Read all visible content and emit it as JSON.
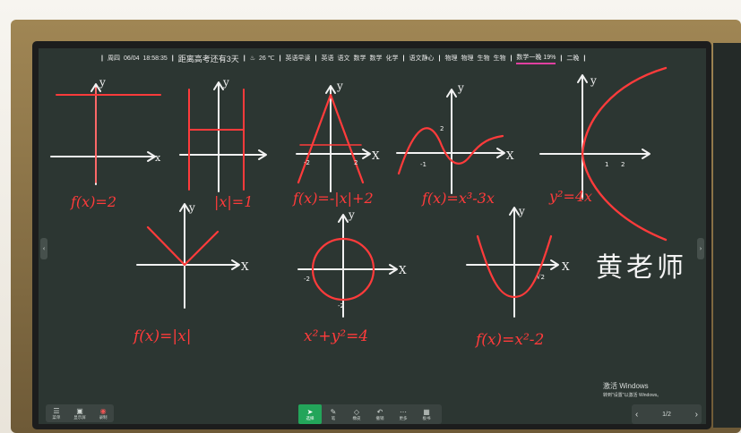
{
  "statusbar": {
    "weekday": "周四",
    "date": "06/04",
    "time": "18:58:35",
    "countdown": "距离高考还有3天",
    "weather": "26 ℃",
    "subjects": [
      "英语早读",
      "英语",
      "语文",
      "数学",
      "数学",
      "化学",
      "语文静心",
      "物理",
      "物理",
      "生物",
      "生物"
    ],
    "current_lesson": "数学一晚 19%",
    "class_name": "二晚"
  },
  "board": {
    "graph_labels": [
      "f(x)=2",
      "|x|=1",
      "f(x)=-|x|+2",
      "f(x)=x³-3x",
      "y²=4x",
      "f(x)=|x|",
      "x²+y²=4",
      "f(x)=x²-2"
    ],
    "signature": "黄老师"
  },
  "left_buttons": [
    {
      "icon": "menu-icon",
      "label": "菜单"
    },
    {
      "icon": "screen-icon",
      "label": "显示屏"
    },
    {
      "icon": "record-icon",
      "label": "录制"
    }
  ],
  "toolbar": [
    {
      "icon": "cursor-icon",
      "label": "选择"
    },
    {
      "icon": "pen-icon",
      "label": "笔"
    },
    {
      "icon": "eraser-icon",
      "label": "橡皮"
    },
    {
      "icon": "undo-icon",
      "label": "撤销"
    },
    {
      "icon": "more-icon",
      "label": "更多"
    },
    {
      "icon": "board-icon",
      "label": "板书"
    }
  ],
  "pager": {
    "page": "1/2",
    "prev_label": "上一页",
    "next_label": "下一页"
  },
  "activation": {
    "line1": "激活 Windows",
    "line2": "转到\"设置\"以激活 Windows。"
  },
  "colors": {
    "ink_red": "#ff3b3b",
    "chalk_white": "#f2f2f2",
    "board_green": "#2c3632"
  }
}
